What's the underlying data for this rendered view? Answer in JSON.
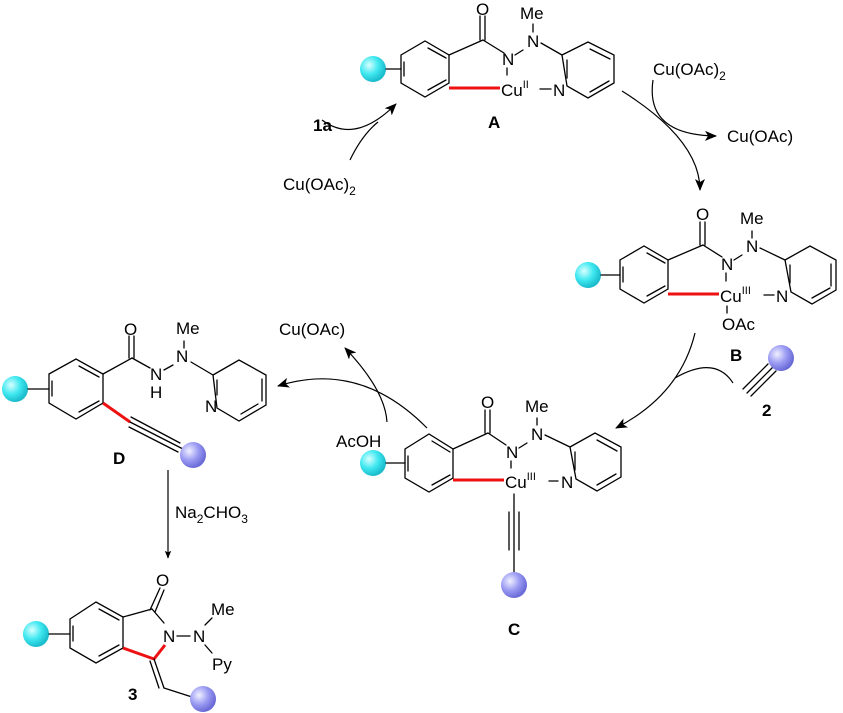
{
  "diagram": {
    "title": "Proposed Cu-catalyzed mechanism",
    "intermediates": {
      "A": {
        "label": "A",
        "metal": "Cu",
        "oxidation": "II",
        "atoms": {
          "o": "O",
          "me": "Me",
          "n1": "N",
          "n2": "N",
          "npy": "N"
        }
      },
      "B": {
        "label": "B",
        "metal": "Cu",
        "oxidation": "III",
        "ligand": "OAc",
        "atoms": {
          "o": "O",
          "me": "Me",
          "n1": "N",
          "n2": "N",
          "npy": "N"
        }
      },
      "C": {
        "label": "C",
        "metal": "Cu",
        "oxidation": "III",
        "atoms": {
          "o": "O",
          "me": "Me",
          "n1": "N",
          "n2": "N",
          "npy": "N"
        }
      },
      "D": {
        "label": "D",
        "atoms": {
          "o": "O",
          "me": "Me",
          "nh_n": "N",
          "nh_h": "H",
          "n2": "N",
          "npy": "N"
        }
      },
      "P3": {
        "label": "3",
        "atoms": {
          "o": "O",
          "me": "Me",
          "n1": "N",
          "n2": "N",
          "py": "Py"
        }
      }
    },
    "reagents": {
      "r1a": "1a",
      "cuoac2_start": {
        "main": "Cu(OAc)",
        "sub": "2"
      },
      "cuoac2_ox": {
        "main": "Cu(OAc)",
        "sub": "2"
      },
      "cuoac_out1": "Cu(OAc)",
      "cuoac_out2": "Cu(OAc)",
      "acoh": "AcOH",
      "alkyne2": "2",
      "base": {
        "p1": "Na",
        "s1": "2",
        "p2": "CHO",
        "s2": "3"
      }
    },
    "colors": {
      "substituent_r": "#3fe8f0",
      "substituent_alkyne": "#8e8ef0",
      "new_bond": "#ee1111"
    }
  }
}
